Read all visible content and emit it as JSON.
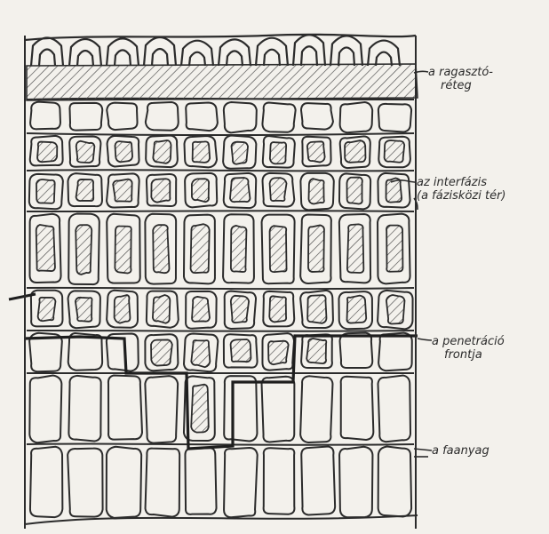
{
  "labels": {
    "glue_layer": [
      "a ragasztó-",
      "réteg"
    ],
    "interphase": [
      "az interfázis",
      "(a fázisközi tér)"
    ],
    "penetration_front": [
      "a penetráció",
      "frontja"
    ],
    "wood": [
      "a faanyag"
    ]
  },
  "colors": {
    "paper": "#f3f1ec",
    "ink": "#2b2b2b",
    "hatch": "#4a4a4a"
  }
}
